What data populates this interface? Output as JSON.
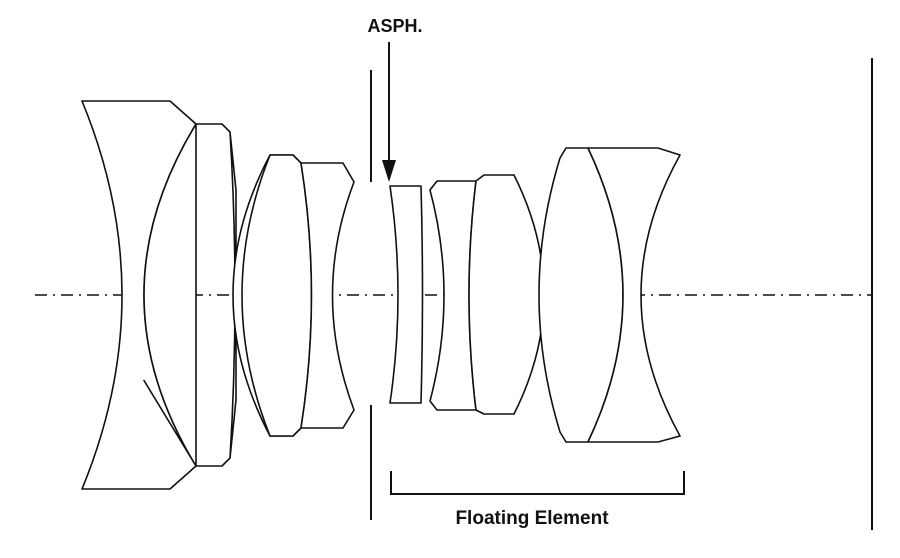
{
  "labels": {
    "asph": "ASPH.",
    "floating_element": "Floating Element"
  },
  "colors": {
    "stroke": "#111111",
    "background": "#ffffff"
  },
  "elements": [
    {
      "name": "lens-element-1",
      "kind": "concave-meniscus"
    },
    {
      "name": "lens-element-2",
      "kind": "convex-meniscus"
    },
    {
      "name": "lens-element-3",
      "kind": "biconvex"
    },
    {
      "name": "lens-element-4",
      "kind": "biconcave"
    },
    {
      "name": "lens-element-5",
      "kind": "aspherical-meniscus"
    },
    {
      "name": "lens-element-6",
      "kind": "meniscus"
    },
    {
      "name": "lens-element-7",
      "kind": "biconvex"
    },
    {
      "name": "lens-element-8",
      "kind": "biconvex"
    },
    {
      "name": "lens-element-9",
      "kind": "biconcave"
    }
  ]
}
